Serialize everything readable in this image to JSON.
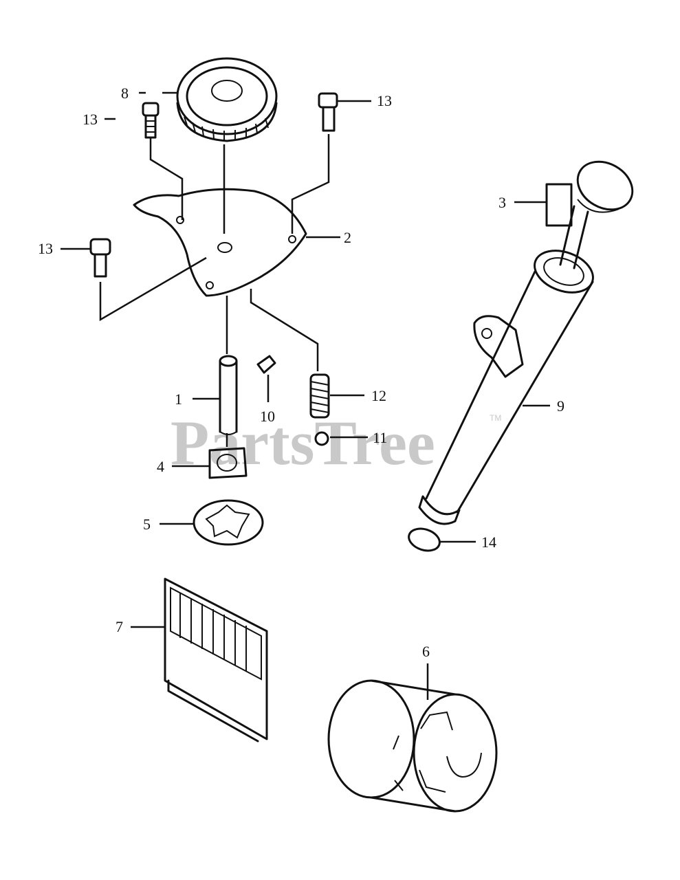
{
  "watermark": {
    "text": "PartsTree",
    "trademark": "TM"
  },
  "callouts": [
    {
      "id": "1",
      "text": "1"
    },
    {
      "id": "2",
      "text": "2"
    },
    {
      "id": "3",
      "text": "3"
    },
    {
      "id": "4",
      "text": "4"
    },
    {
      "id": "5",
      "text": "5"
    },
    {
      "id": "6",
      "text": "6"
    },
    {
      "id": "7",
      "text": "7"
    },
    {
      "id": "8",
      "text": "8"
    },
    {
      "id": "9",
      "text": "9"
    },
    {
      "id": "10",
      "text": "10"
    },
    {
      "id": "11",
      "text": "11"
    },
    {
      "id": "12",
      "text": "12"
    },
    {
      "id": "13a",
      "text": "13"
    },
    {
      "id": "13b",
      "text": "13"
    },
    {
      "id": "13c",
      "text": "13"
    },
    {
      "id": "14",
      "text": "14"
    }
  ]
}
